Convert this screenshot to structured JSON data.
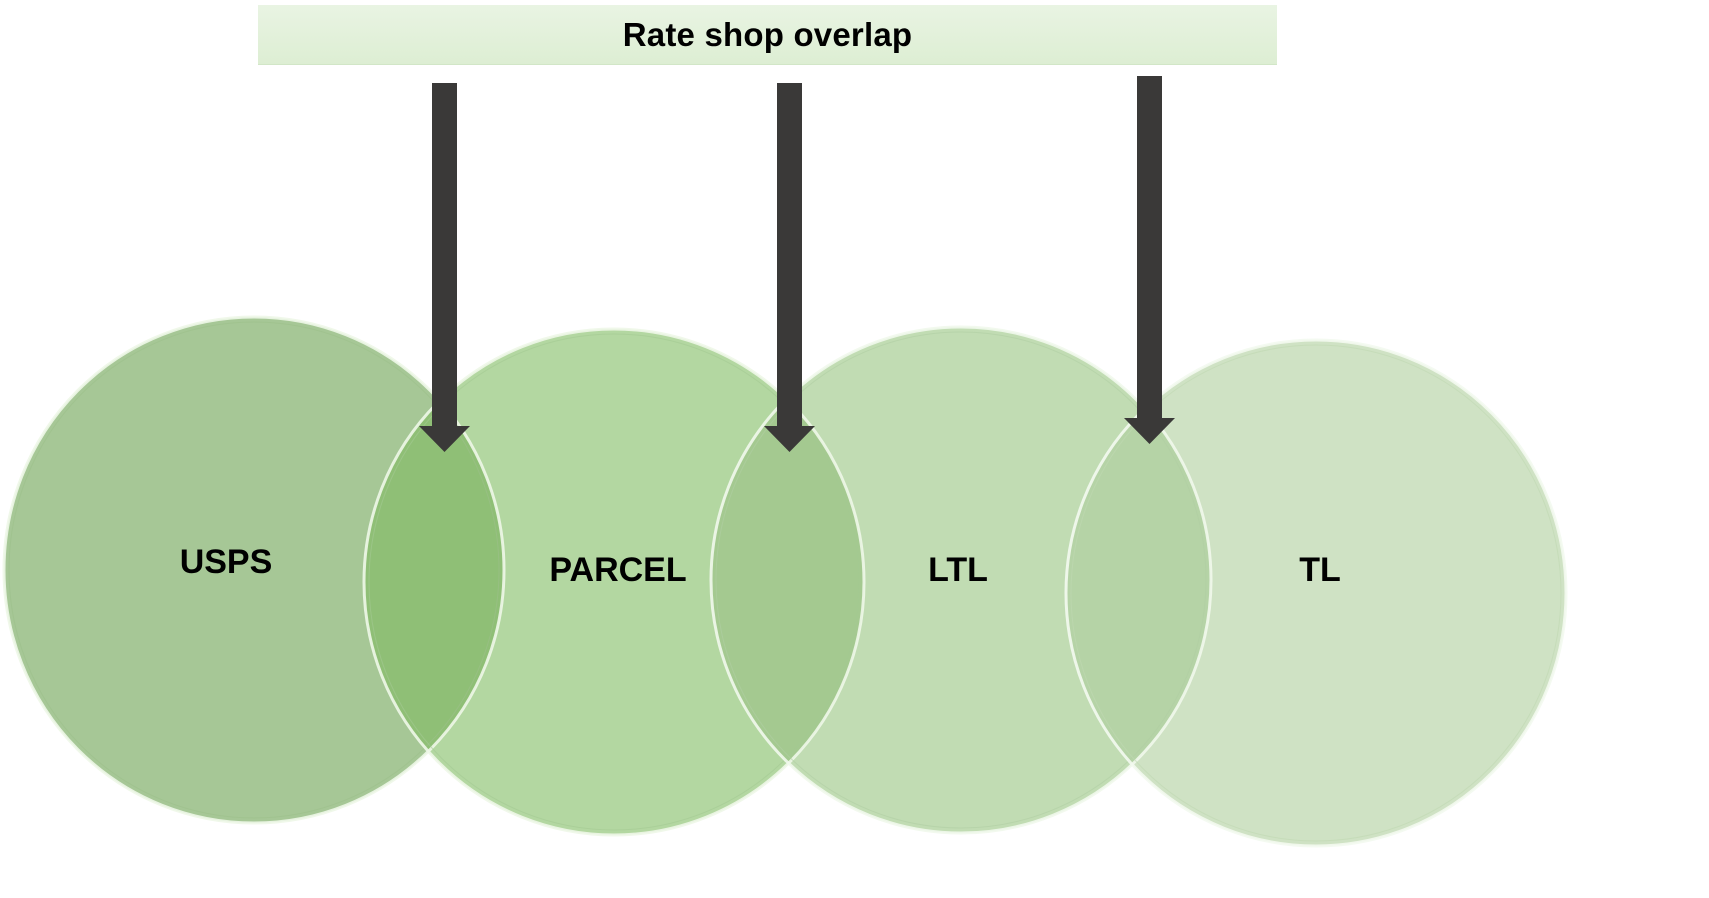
{
  "title": "Rate shop overlap",
  "circles": [
    {
      "label": "USPS",
      "fill": "#a6c796"
    },
    {
      "label": "PARCEL",
      "fill": "#b3d7a1"
    },
    {
      "label": "LTL",
      "fill": "#c1dcb3"
    },
    {
      "label": "TL",
      "fill": "#cfe2c4"
    }
  ],
  "overlap_fills": [
    "#8fbf76",
    "#a4c990",
    "#b5d3a6"
  ],
  "arrow_color": "#3a3938",
  "arrows_count": 3
}
